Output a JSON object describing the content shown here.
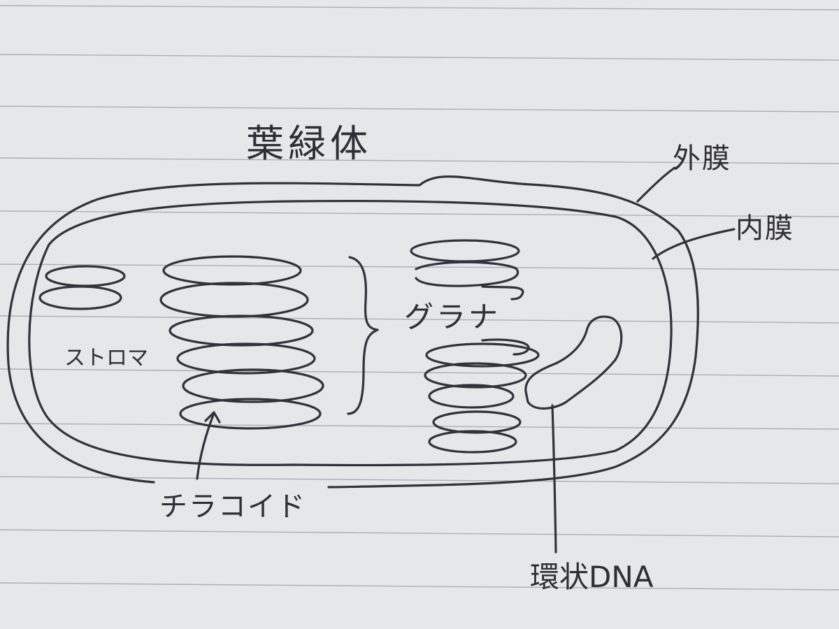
{
  "diagram": {
    "title": "葉緑体",
    "labels": {
      "outer_membrane": "外膜",
      "inner_membrane": "内膜",
      "stroma": "ストロマ",
      "grana": "グラナ",
      "thylakoid": "チラコイド",
      "circular_dna": "環状DNA"
    }
  },
  "colors": {
    "paper": "#e6e7e9",
    "ink": "#33323a",
    "ruled_line": "#a9afb8"
  }
}
